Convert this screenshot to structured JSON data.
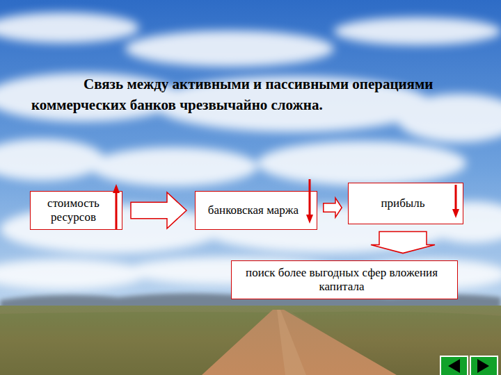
{
  "diagram": {
    "title": "Связь между активными и пассивными операциями коммерческих банков чрезвычайно сложна.",
    "nodes": [
      {
        "text": [
          "стоимость ресурсов"
        ]
      },
      {
        "text": [
          "банковская маржа"
        ]
      },
      {
        "text": [
          "прибыль"
        ]
      },
      {
        "text": [
          "поиск более выгодных сфер вложения капитала"
        ]
      }
    ],
    "edges": [
      {
        "from": 0,
        "to": 1,
        "arrow": "to"
      },
      {
        "from": 1,
        "to": 2,
        "arrow": "to"
      },
      {
        "from": 2,
        "to": 3,
        "arrow": "to"
      }
    ]
  }
}
